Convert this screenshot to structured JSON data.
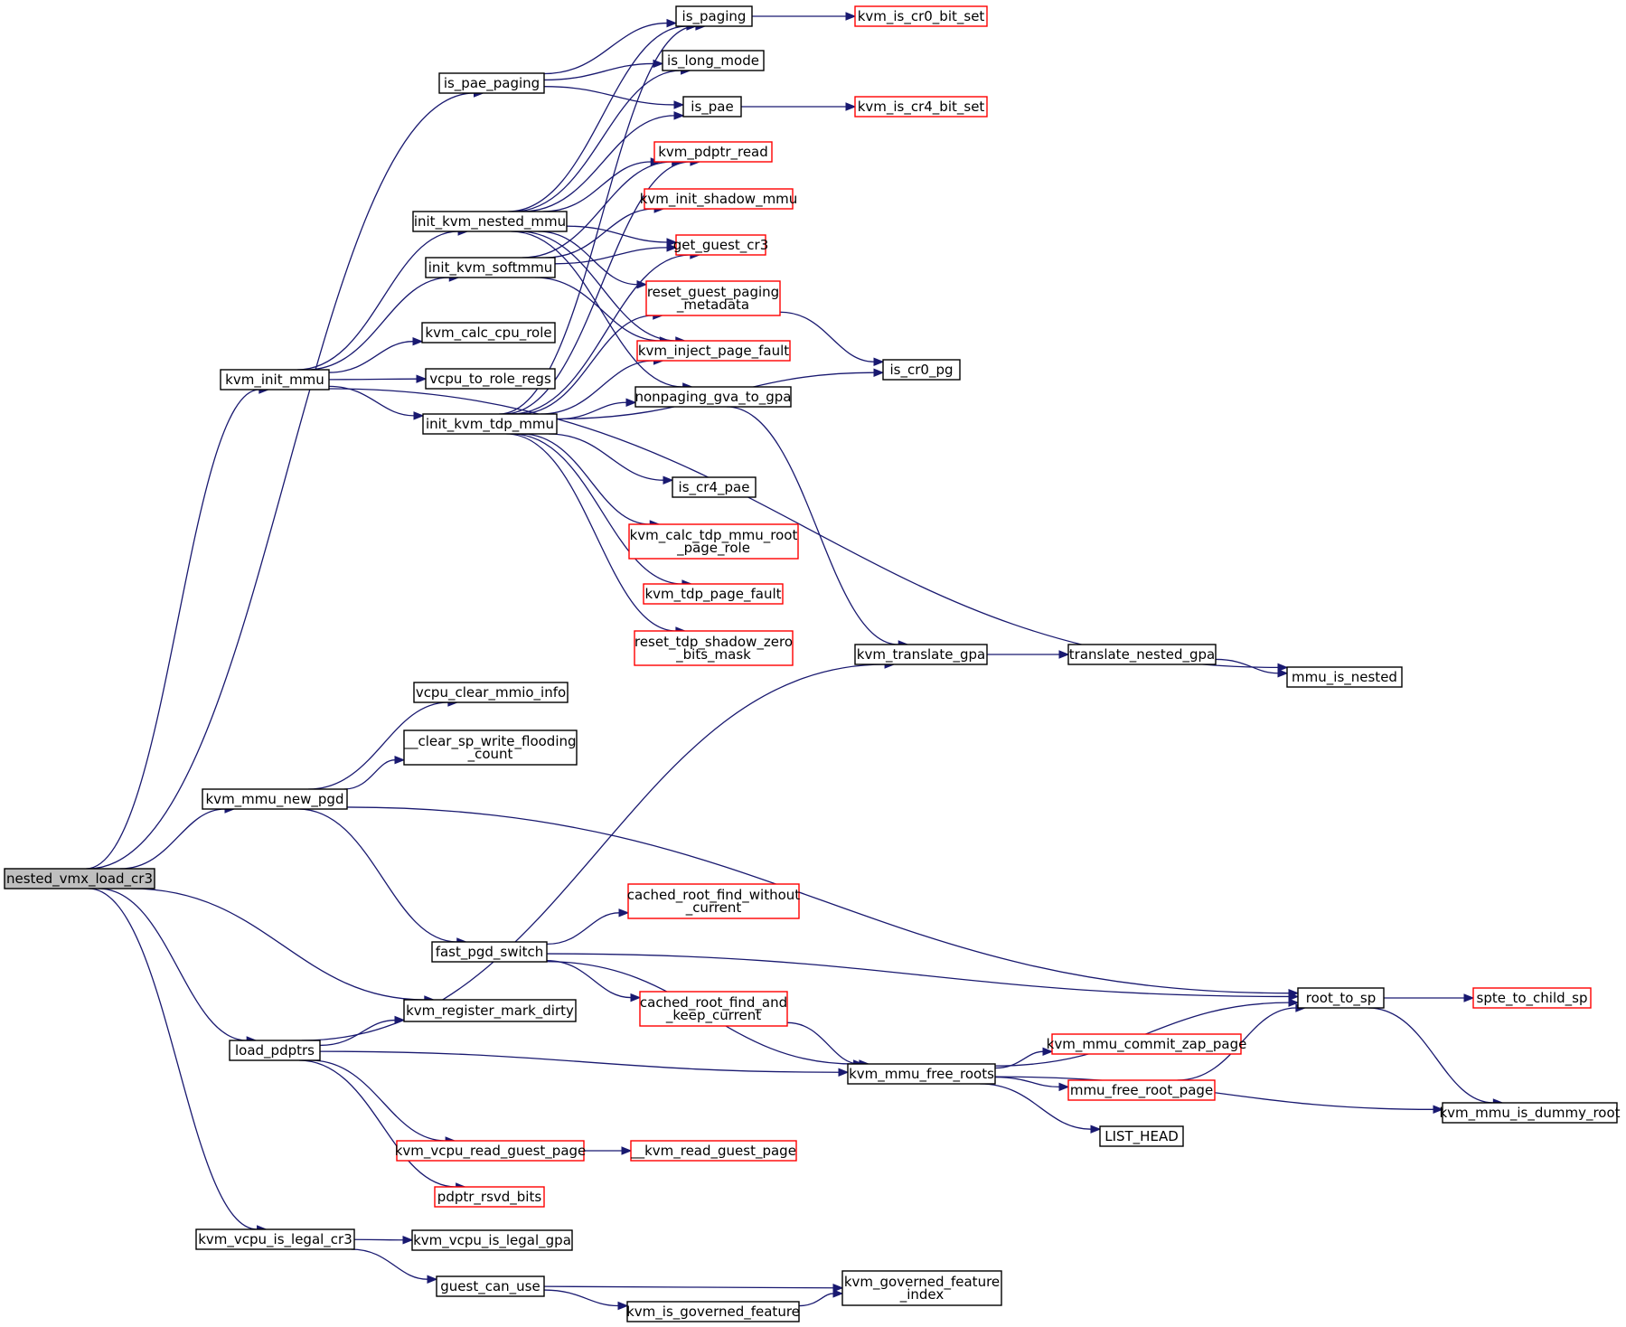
{
  "colors": {
    "edge": "#191970",
    "external_border": "#ff0000",
    "local_border": "#000000",
    "root_fill": "#bfbfbf"
  },
  "nodes": [
    {
      "id": "n0",
      "lines": [
        "nested_vmx_load_cr3"
      ],
      "kind": "root"
    },
    {
      "id": "n1",
      "lines": [
        "is_pae_paging"
      ],
      "kind": "local"
    },
    {
      "id": "n2",
      "lines": [
        "kvm_init_mmu"
      ],
      "kind": "local"
    },
    {
      "id": "n3",
      "lines": [
        "kvm_mmu_new_pgd"
      ],
      "kind": "local"
    },
    {
      "id": "n4",
      "lines": [
        "kvm_register_mark_dirty"
      ],
      "kind": "local"
    },
    {
      "id": "n5",
      "lines": [
        "load_pdptrs"
      ],
      "kind": "local"
    },
    {
      "id": "n6",
      "lines": [
        "kvm_vcpu_is_legal_cr3"
      ],
      "kind": "local"
    },
    {
      "id": "n7",
      "lines": [
        "is_paging"
      ],
      "kind": "local"
    },
    {
      "id": "n8",
      "lines": [
        "is_long_mode"
      ],
      "kind": "local"
    },
    {
      "id": "n9",
      "lines": [
        "is_pae"
      ],
      "kind": "local"
    },
    {
      "id": "n10",
      "lines": [
        "kvm_is_cr0_bit_set"
      ],
      "kind": "external"
    },
    {
      "id": "n11",
      "lines": [
        "kvm_is_cr4_bit_set"
      ],
      "kind": "external"
    },
    {
      "id": "n12",
      "lines": [
        "init_kvm_nested_mmu"
      ],
      "kind": "local"
    },
    {
      "id": "n13",
      "lines": [
        "init_kvm_softmmu"
      ],
      "kind": "local"
    },
    {
      "id": "n14",
      "lines": [
        "kvm_calc_cpu_role"
      ],
      "kind": "local"
    },
    {
      "id": "n15",
      "lines": [
        "vcpu_to_role_regs"
      ],
      "kind": "local"
    },
    {
      "id": "n16",
      "lines": [
        "init_kvm_tdp_mmu"
      ],
      "kind": "local"
    },
    {
      "id": "n17",
      "lines": [
        "kvm_pdptr_read"
      ],
      "kind": "external"
    },
    {
      "id": "n18",
      "lines": [
        "kvm_init_shadow_mmu"
      ],
      "kind": "external"
    },
    {
      "id": "n19",
      "lines": [
        "get_guest_cr3"
      ],
      "kind": "external"
    },
    {
      "id": "n20",
      "lines": [
        "reset_guest_paging",
        "_metadata"
      ],
      "kind": "external"
    },
    {
      "id": "n21",
      "lines": [
        "kvm_inject_page_fault"
      ],
      "kind": "external"
    },
    {
      "id": "n22",
      "lines": [
        "nonpaging_gva_to_gpa"
      ],
      "kind": "local"
    },
    {
      "id": "n23",
      "lines": [
        "is_cr0_pg"
      ],
      "kind": "local"
    },
    {
      "id": "n24",
      "lines": [
        "is_cr4_pae"
      ],
      "kind": "local"
    },
    {
      "id": "n25",
      "lines": [
        "kvm_calc_tdp_mmu_root",
        "_page_role"
      ],
      "kind": "external"
    },
    {
      "id": "n26",
      "lines": [
        "kvm_tdp_page_fault"
      ],
      "kind": "external"
    },
    {
      "id": "n27",
      "lines": [
        "reset_tdp_shadow_zero",
        "_bits_mask"
      ],
      "kind": "external"
    },
    {
      "id": "n28",
      "lines": [
        "kvm_translate_gpa"
      ],
      "kind": "local"
    },
    {
      "id": "n29",
      "lines": [
        "translate_nested_gpa"
      ],
      "kind": "local"
    },
    {
      "id": "n30",
      "lines": [
        "mmu_is_nested"
      ],
      "kind": "local"
    },
    {
      "id": "n31",
      "lines": [
        "vcpu_clear_mmio_info"
      ],
      "kind": "local"
    },
    {
      "id": "n32",
      "lines": [
        "__clear_sp_write_flooding",
        "_count"
      ],
      "kind": "local"
    },
    {
      "id": "n33",
      "lines": [
        "fast_pgd_switch"
      ],
      "kind": "local"
    },
    {
      "id": "n34",
      "lines": [
        "root_to_sp"
      ],
      "kind": "local"
    },
    {
      "id": "n35",
      "lines": [
        "cached_root_find_without",
        "_current"
      ],
      "kind": "external"
    },
    {
      "id": "n36",
      "lines": [
        "cached_root_find_and",
        "_keep_current"
      ],
      "kind": "external"
    },
    {
      "id": "n37",
      "lines": [
        "kvm_mmu_free_roots"
      ],
      "kind": "local"
    },
    {
      "id": "n38",
      "lines": [
        "spte_to_child_sp"
      ],
      "kind": "external"
    },
    {
      "id": "n39",
      "lines": [
        "kvm_mmu_is_dummy_root"
      ],
      "kind": "local"
    },
    {
      "id": "n40",
      "lines": [
        "kvm_mmu_commit_zap_page"
      ],
      "kind": "external"
    },
    {
      "id": "n41",
      "lines": [
        "mmu_free_root_page"
      ],
      "kind": "external"
    },
    {
      "id": "n42",
      "lines": [
        "LIST_HEAD"
      ],
      "kind": "local"
    },
    {
      "id": "n43",
      "lines": [
        "kvm_vcpu_read_guest_page"
      ],
      "kind": "external"
    },
    {
      "id": "n44",
      "lines": [
        "__kvm_read_guest_page"
      ],
      "kind": "external"
    },
    {
      "id": "n45",
      "lines": [
        "pdptr_rsvd_bits"
      ],
      "kind": "external"
    },
    {
      "id": "n46",
      "lines": [
        "kvm_vcpu_is_legal_gpa"
      ],
      "kind": "local"
    },
    {
      "id": "n47",
      "lines": [
        "guest_can_use"
      ],
      "kind": "local"
    },
    {
      "id": "n48",
      "lines": [
        "kvm_governed_feature",
        "_index"
      ],
      "kind": "local"
    },
    {
      "id": "n49",
      "lines": [
        "kvm_is_governed_feature"
      ],
      "kind": "local"
    }
  ],
  "edges": [
    [
      "n0",
      "n1"
    ],
    [
      "n0",
      "n2"
    ],
    [
      "n0",
      "n3"
    ],
    [
      "n0",
      "n4"
    ],
    [
      "n0",
      "n5"
    ],
    [
      "n0",
      "n6"
    ],
    [
      "n1",
      "n7"
    ],
    [
      "n1",
      "n8"
    ],
    [
      "n1",
      "n9"
    ],
    [
      "n7",
      "n10"
    ],
    [
      "n9",
      "n11"
    ],
    [
      "n2",
      "n12"
    ],
    [
      "n2",
      "n13"
    ],
    [
      "n2",
      "n14"
    ],
    [
      "n2",
      "n15"
    ],
    [
      "n2",
      "n16"
    ],
    [
      "n2",
      "n30"
    ],
    [
      "n12",
      "n7"
    ],
    [
      "n12",
      "n8"
    ],
    [
      "n12",
      "n9"
    ],
    [
      "n12",
      "n17"
    ],
    [
      "n12",
      "n19"
    ],
    [
      "n12",
      "n20"
    ],
    [
      "n12",
      "n21"
    ],
    [
      "n12",
      "n22"
    ],
    [
      "n13",
      "n17"
    ],
    [
      "n13",
      "n18"
    ],
    [
      "n13",
      "n19"
    ],
    [
      "n13",
      "n21"
    ],
    [
      "n16",
      "n7"
    ],
    [
      "n16",
      "n17"
    ],
    [
      "n16",
      "n19"
    ],
    [
      "n16",
      "n20"
    ],
    [
      "n16",
      "n21"
    ],
    [
      "n16",
      "n22"
    ],
    [
      "n16",
      "n23"
    ],
    [
      "n16",
      "n24"
    ],
    [
      "n16",
      "n25"
    ],
    [
      "n16",
      "n26"
    ],
    [
      "n16",
      "n27"
    ],
    [
      "n20",
      "n23"
    ],
    [
      "n22",
      "n28"
    ],
    [
      "n28",
      "n29"
    ],
    [
      "n29",
      "n30"
    ],
    [
      "n3",
      "n31"
    ],
    [
      "n3",
      "n32"
    ],
    [
      "n3",
      "n33"
    ],
    [
      "n3",
      "n34"
    ],
    [
      "n33",
      "n34"
    ],
    [
      "n33",
      "n35"
    ],
    [
      "n33",
      "n36"
    ],
    [
      "n33",
      "n37"
    ],
    [
      "n36",
      "n37"
    ],
    [
      "n34",
      "n38"
    ],
    [
      "n34",
      "n39"
    ],
    [
      "n37",
      "n34"
    ],
    [
      "n37",
      "n39"
    ],
    [
      "n37",
      "n40"
    ],
    [
      "n37",
      "n41"
    ],
    [
      "n37",
      "n42"
    ],
    [
      "n41",
      "n34"
    ],
    [
      "n5",
      "n28"
    ],
    [
      "n5",
      "n4"
    ],
    [
      "n5",
      "n37"
    ],
    [
      "n5",
      "n43"
    ],
    [
      "n5",
      "n45"
    ],
    [
      "n43",
      "n44"
    ],
    [
      "n6",
      "n46"
    ],
    [
      "n6",
      "n47"
    ],
    [
      "n47",
      "n48"
    ],
    [
      "n47",
      "n49"
    ],
    [
      "n49",
      "n48"
    ]
  ]
}
